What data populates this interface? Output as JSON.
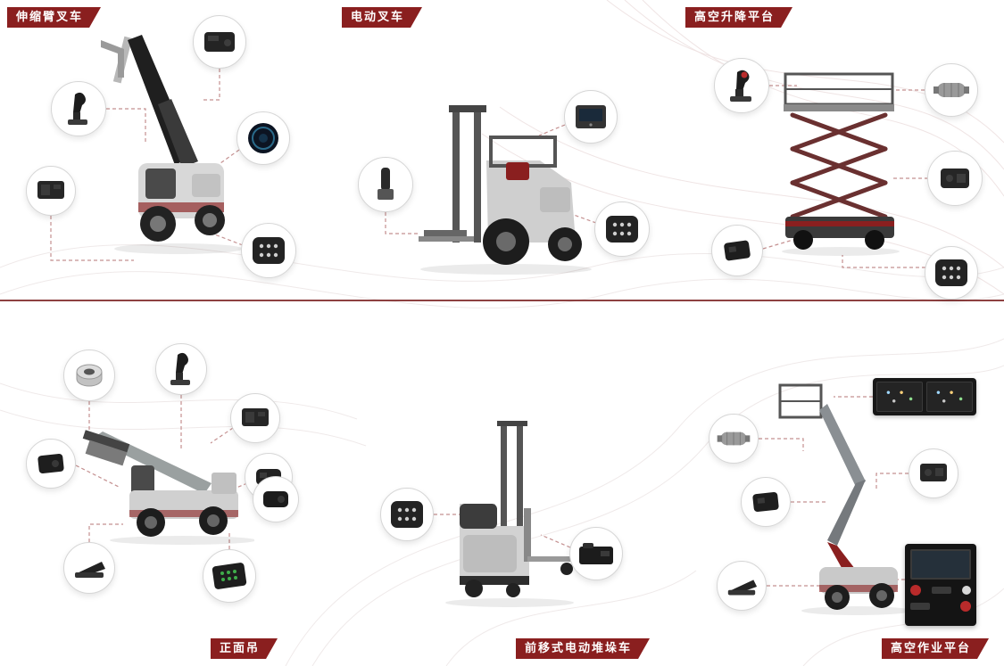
{
  "diagram": {
    "type": "product-application-infographic",
    "colors": {
      "banner": "#8a1f1f",
      "divider": "#7a2020",
      "connector": "#c49090",
      "background": "#ffffff"
    }
  },
  "sections": [
    {
      "id": "telescopic-forklift",
      "label": "伸缩臂叉车",
      "position": "top-left",
      "components": [
        "joystick",
        "control-module",
        "round-display",
        "controller-unit",
        "connector-pad"
      ]
    },
    {
      "id": "electric-forklift",
      "label": "电动叉车",
      "position": "top-center",
      "components": [
        "display-unit",
        "lever-module",
        "connector-pad"
      ]
    },
    {
      "id": "aerial-scissor-lift",
      "label": "高空升降平台",
      "position": "top-right",
      "components": [
        "control-handle",
        "motor-cylinder",
        "controller-unit",
        "control-module",
        "connector-pad"
      ]
    },
    {
      "id": "reach-stacker",
      "label": "正面吊",
      "position": "bottom-left",
      "components": [
        "ring-sensor",
        "joystick",
        "controller-unit",
        "control-module",
        "armrest-module",
        "armrest-module-2",
        "pedal-module",
        "keypad"
      ]
    },
    {
      "id": "reach-electric-stacker",
      "label": "前移式电动堆垛车",
      "position": "bottom-center",
      "components": [
        "connector-pad",
        "battery-module"
      ]
    },
    {
      "id": "aerial-work-platform",
      "label": "高空作业平台",
      "position": "bottom-right",
      "components": [
        "display-panels",
        "motor-cylinder",
        "control-module",
        "controller-unit",
        "pedal-module",
        "control-station"
      ]
    }
  ]
}
